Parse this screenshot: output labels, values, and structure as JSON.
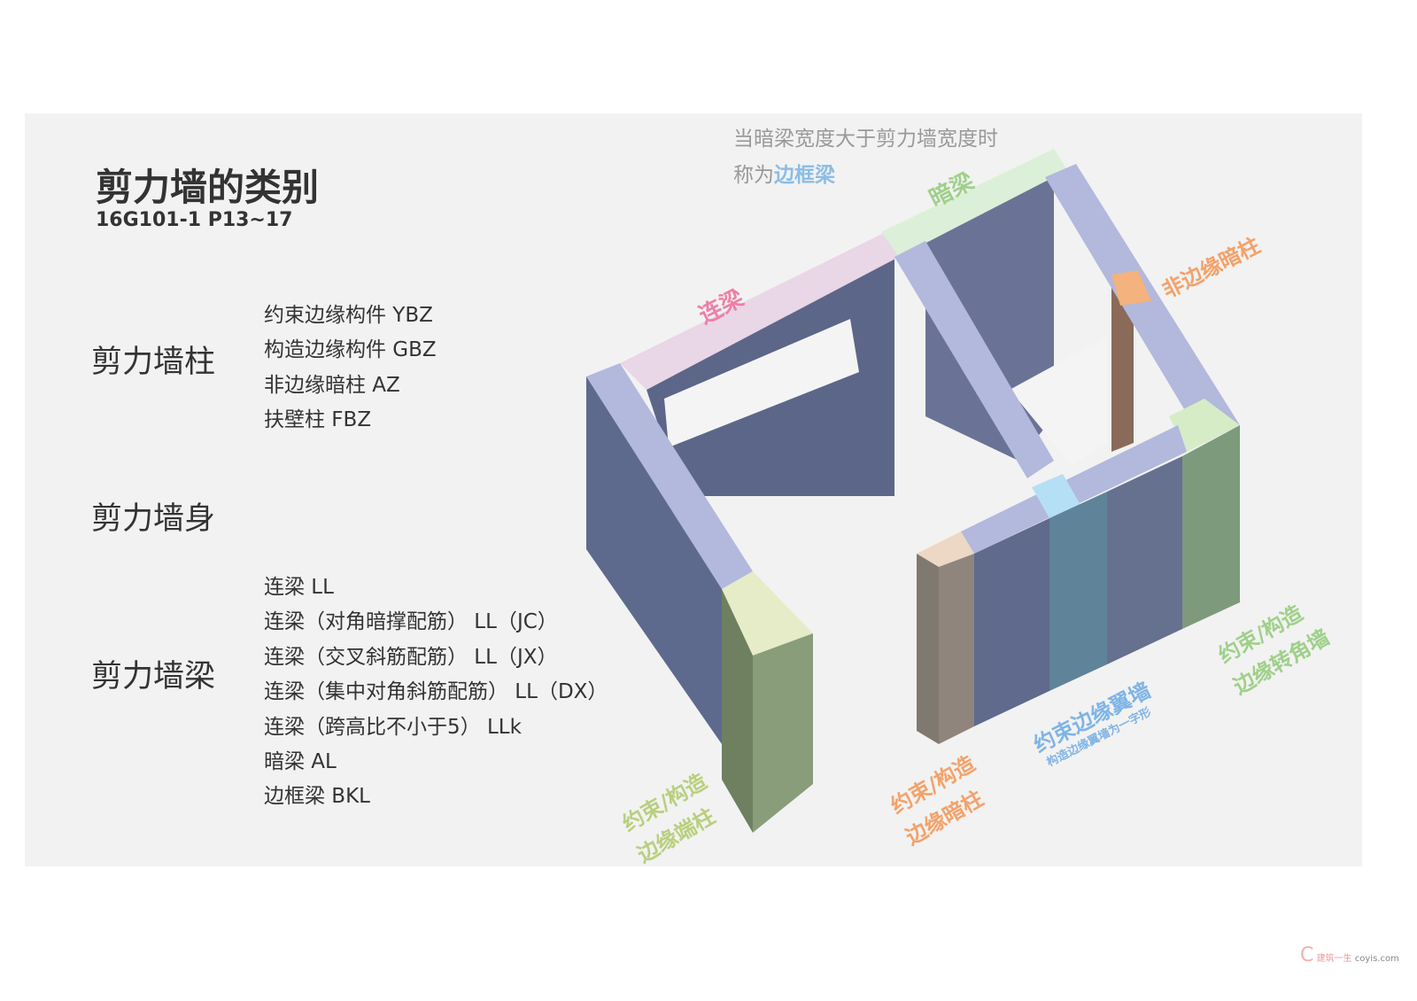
{
  "title": "剪力墙的类别",
  "subtitle": "16G101-1  P13~17",
  "groups": [
    {
      "label": "剪力墙柱",
      "items": [
        "约束边缘构件  YBZ",
        "构造边缘构件  GBZ",
        "非边缘暗柱  AZ",
        "扶壁柱  FBZ"
      ]
    },
    {
      "label": "剪力墙身",
      "items": []
    },
    {
      "label": "剪力墙梁",
      "items": [
        "连梁  LL",
        "连梁（对角暗撑配筋）  LL（JC）",
        "连梁（交叉斜筋配筋）  LL（JX）",
        "连梁（集中对角斜筋配筋）  LL（DX）",
        "连梁（跨高比不小于5）  LLk",
        "暗梁  AL",
        "边框梁  BKL"
      ]
    }
  ],
  "note": {
    "line1": "当暗梁宽度大于剪力墙宽度时",
    "line2_prefix": "称为",
    "line2_highlight": "边框梁"
  },
  "diagram_labels": {
    "coupling_beam": "连梁",
    "hidden_beam": "暗梁",
    "non_edge_column": "非边缘暗柱",
    "end_column": [
      "约束/构造",
      "边缘端柱"
    ],
    "hidden_column": [
      "约束/构造",
      "边缘暗柱"
    ],
    "wing_wall": "约束边缘翼墙",
    "wing_wall_sub": "构造边缘翼墙为一字形",
    "corner_wall": [
      "约束/构造",
      "边缘转角墙"
    ]
  },
  "colors": {
    "pink": "#ee7fa6",
    "green": "#9fd08a",
    "orange": "#f3a26a",
    "blue": "#7fb4e6",
    "olive": "#b9cf7e"
  },
  "watermark": {
    "brand": "建筑一生",
    "site": "coyis.com"
  }
}
